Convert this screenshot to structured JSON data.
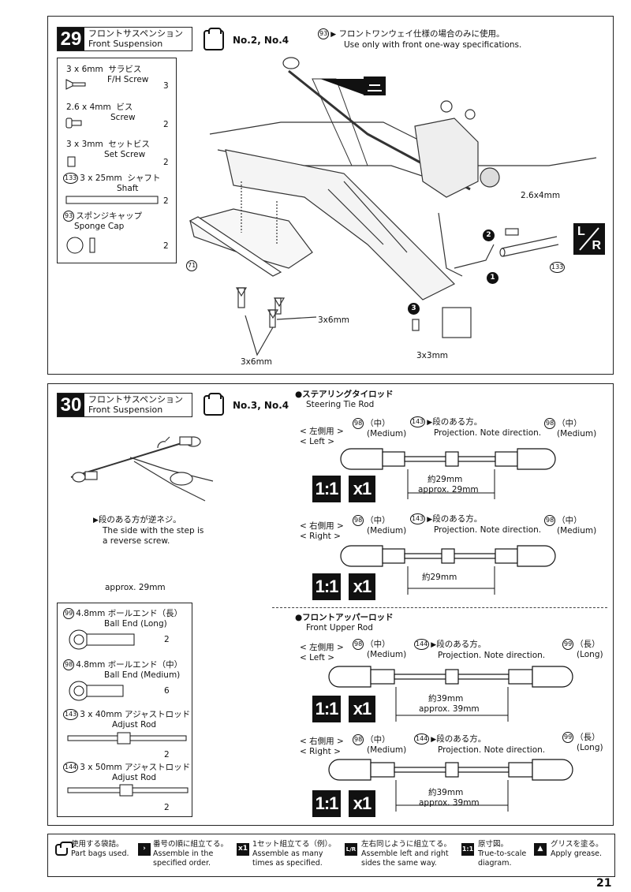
{
  "step29": {
    "number": "29",
    "title_jp": "フロントサスペンション",
    "title_en": "Front Suspension",
    "bags": "No.2, No.4",
    "note_part": "93",
    "note_jp": "フロントワンウェイ仕様の場合のみに使用。",
    "note_en": "Use only with front one-way specifications.",
    "parts": [
      {
        "size": "3 x 6mm",
        "name_jp": "サラビス",
        "name_en": "F/H Screw",
        "qty": "3"
      },
      {
        "size": "2.6 x 4mm",
        "name_jp": "ビス",
        "name_en": "Screw",
        "qty": "2"
      },
      {
        "size": "3 x 3mm",
        "name_jp": "セットビス",
        "name_en": "Set Screw",
        "qty": "2"
      },
      {
        "num": "133",
        "size": "3 x 25mm",
        "name_jp": "シャフト",
        "name_en": "Shaft",
        "qty": "2"
      },
      {
        "num": "93",
        "name_jp": "スポンジキャップ",
        "name_en": "Sponge Cap",
        "qty": "2"
      }
    ],
    "callouts": {
      "part71": "71",
      "part133": "133",
      "screw_2_6x4": "2.6x4mm",
      "screw_3x6_a": "3x6mm",
      "screw_3x6_b": "3x6mm",
      "screw_3x3": "3x3mm",
      "seq1": "1",
      "seq2": "2",
      "seq3": "3",
      "lr_l": "L",
      "lr_r": "R"
    }
  },
  "step30": {
    "number": "30",
    "title_jp": "フロントサスペンション",
    "title_en": "Front Suspension",
    "bags": "No.3, No.4",
    "reverse_jp": "段のある方が逆ネジ。",
    "reverse_en_1": "The side with the step is",
    "reverse_en_2": "a reverse screw.",
    "approx_note": "approx. 29mm",
    "parts": [
      {
        "num": "99",
        "size": "4.8mm",
        "name_jp": "ボールエンド（長）",
        "name_en": "Ball End (Long)",
        "qty": "2"
      },
      {
        "num": "98",
        "size": "4.8mm",
        "name_jp": "ボールエンド（中）",
        "name_en": "Ball End (Medium)",
        "qty": "6"
      },
      {
        "num": "143",
        "size": "3 x 40mm",
        "name_jp": "アジャストロッド",
        "name_en": "Adjust Rod",
        "qty": "2"
      },
      {
        "num": "144",
        "size": "3 x 50mm",
        "name_jp": "アジャストロッド",
        "name_en": "Adjust Rod",
        "qty": "2"
      }
    ],
    "tie_rod": {
      "title_jp": "●ステアリングタイロッド",
      "title_en": "Steering Tie Rod",
      "left_jp": "< 左側用 >",
      "left_en": "< Left >",
      "right_jp": "< 右側用 >",
      "right_en": "< Right >",
      "end_num": "98",
      "end_jp": "（中）",
      "end_en": "(Medium)",
      "rod_num": "143",
      "proj_jp": "段のある方。",
      "proj_en": "Projection. Note direction.",
      "dim_jp": "約29mm",
      "dim_en": "approx. 29mm",
      "scale": "1:1",
      "count": "x1"
    },
    "upper_rod": {
      "title_jp": "●フロントアッパーロッド",
      "title_en": "Front Upper Rod",
      "left_jp": "< 左側用 >",
      "left_en": "< Left >",
      "right_jp": "< 右側用 >",
      "right_en": "< Right >",
      "end_a_num": "98",
      "end_a_jp": "（中）",
      "end_a_en": "(Medium)",
      "end_b_num": "99",
      "end_b_jp": "（長）",
      "end_b_en": "(Long)",
      "rod_num": "144",
      "proj_jp": "段のある方。",
      "proj_en": "Projection. Note direction.",
      "dim_jp": "約39mm",
      "dim_en": "approx. 39mm",
      "scale": "1:1",
      "count": "x1"
    }
  },
  "legend": [
    {
      "jp": "使用する袋詰。",
      "en1": "Part bags used.",
      "en2": ""
    },
    {
      "jp": "番号の順に組立てる。",
      "en1": "Assemble in the",
      "en2": "specified order."
    },
    {
      "jp": "1セット組立てる（例）。",
      "en1": "Assemble as many",
      "en2": "times as specified."
    },
    {
      "jp": "左右同じように組立てる。",
      "en1": "Assemble left and right",
      "en2": "sides the same way."
    },
    {
      "jp": "原寸図。",
      "en1": "True-to-scale",
      "en2": "diagram."
    },
    {
      "jp": "グリスを塗る。",
      "en1": "Apply grease.",
      "en2": ""
    }
  ],
  "legend_icons": {
    "x1": "x1",
    "scale": "1:1",
    "lr": "L/R"
  },
  "page_number": "21"
}
